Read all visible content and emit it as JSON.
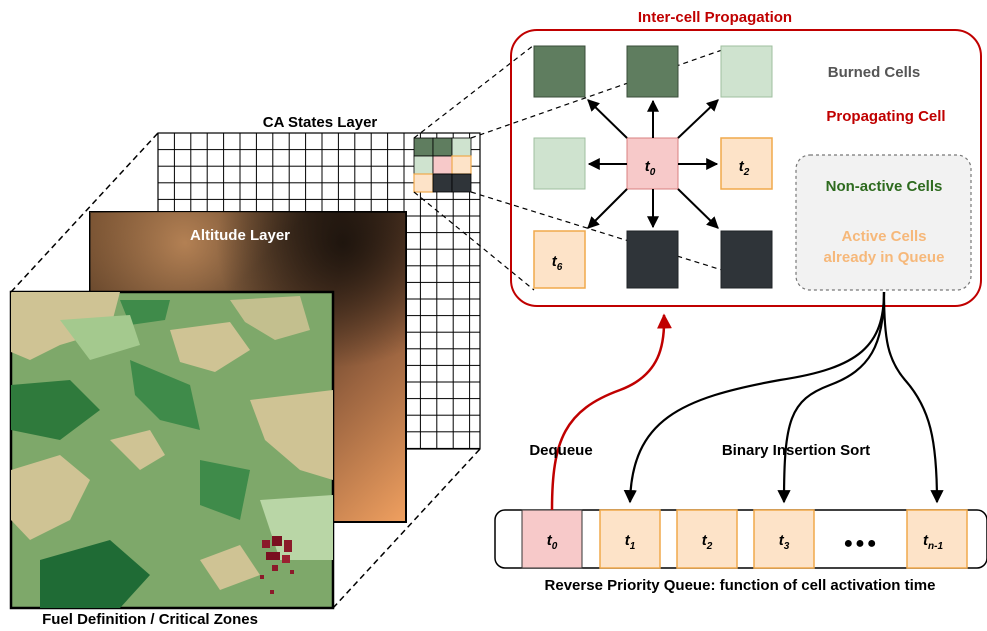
{
  "labels": {
    "ca_states_layer": "CA States Layer",
    "altitude_layer": "Altitude Layer",
    "fuel_layer": "Fuel Definition  / Critical Zones",
    "inter_cell_propagation": "Inter-cell Propagation",
    "legend_burned": "Burned Cells",
    "legend_propagating": "Propagating Cell",
    "legend_nonactive": "Non-active Cells",
    "legend_active_line1": "Active Cells",
    "legend_active_line2": "already in Queue",
    "dequeue": "Dequeue",
    "binary_insertion_sort": "Binary Insertion Sort",
    "queue_caption": "Reverse Priority Queue: function of cell activation time"
  },
  "grid_cells": {
    "center": {
      "base": "t",
      "sub": "0"
    },
    "right": {
      "base": "t",
      "sub": "2"
    },
    "bottom_left": {
      "base": "t",
      "sub": "6"
    }
  },
  "queue": {
    "items": [
      {
        "base": "t",
        "sub": "0"
      },
      {
        "base": "t",
        "sub": "1"
      },
      {
        "base": "t",
        "sub": "2"
      },
      {
        "base": "t",
        "sub": "3"
      },
      {
        "base": "t",
        "sub": "n-1"
      }
    ],
    "ellipsis": "●●●"
  },
  "colors": {
    "burned": "#5f7d5f",
    "propagating": "#f7c9c9",
    "non_active": "#cfe3cf",
    "active_fill": "#fde3c8",
    "active_border": "#f0a94b",
    "dark_cell": "#2f3439",
    "red_accent": "#c00000",
    "green_text": "#2e6b1f",
    "orange_text": "#f6b87a",
    "gray_text": "#555555"
  }
}
